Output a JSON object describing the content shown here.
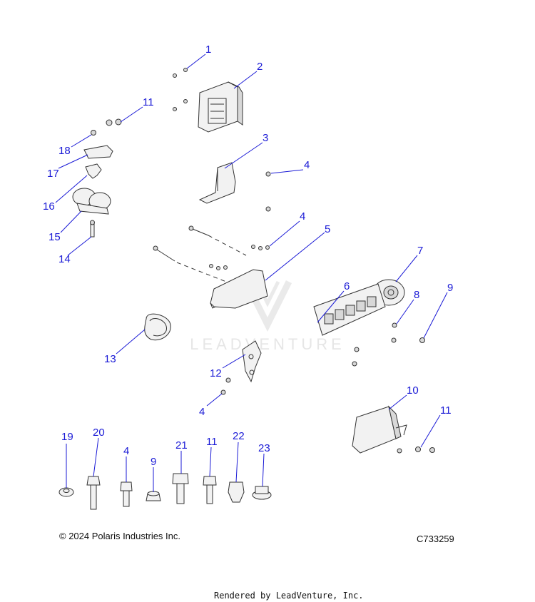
{
  "callouts": {
    "c1": "1",
    "c2": "2",
    "c3": "3",
    "c4a": "4",
    "c4b": "4",
    "c4c": "4",
    "c4d": "4",
    "c5": "5",
    "c6": "6",
    "c7": "7",
    "c8": "8",
    "c9a": "9",
    "c9b": "9",
    "c10": "10",
    "c11a": "11",
    "c11b": "11",
    "c11c": "11",
    "c12": "12",
    "c13": "13",
    "c14": "14",
    "c15": "15",
    "c16": "16",
    "c17": "17",
    "c18": "18",
    "c19": "19",
    "c20": "20",
    "c21": "21",
    "c22": "22",
    "c23": "23"
  },
  "watermark": "LEADVENTURE",
  "footer": {
    "copyright": "© 2024 Polaris Industries Inc.",
    "diagram_id": "C733259",
    "rendered_by": "Rendered by LeadVenture, Inc."
  },
  "colors": {
    "callout": "#1a1ad6",
    "line_art": "#333333",
    "watermark": "#e6e6e6"
  }
}
